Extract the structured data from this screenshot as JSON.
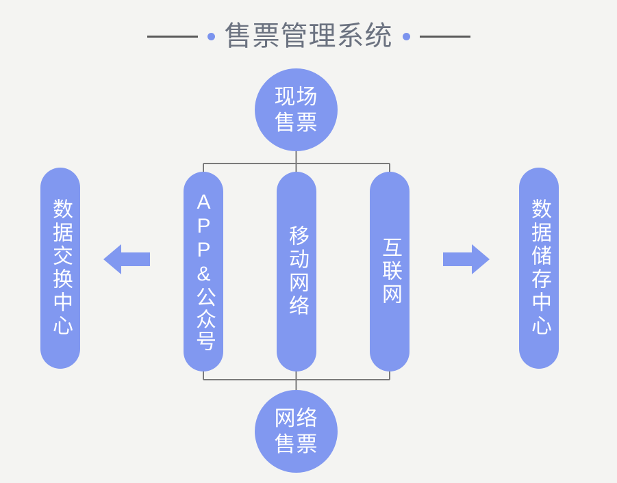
{
  "title": {
    "text": "售票管理系统",
    "left_rule": "horizontal-rule",
    "right_rule": "horizontal-rule",
    "left_dot": "bullet-dot",
    "right_dot": "bullet-dot"
  },
  "colors": {
    "background": "#f4f4f2",
    "node_fill": "#8198f0",
    "node_text": "#ffffff",
    "title_text": "#6b7280",
    "rule": "#595959",
    "dot": "#7b93ee",
    "connector": "#7a7a7a",
    "arrow": "#8198f0"
  },
  "nodes": {
    "onsite_ticketing": {
      "line1": "现场",
      "line2": "售票",
      "shape": "circle"
    },
    "online_ticketing": {
      "line1": "网络",
      "line2": "售票",
      "shape": "circle"
    },
    "data_exchange_center": {
      "label": "数据交换中心",
      "shape": "pill"
    },
    "data_storage_center": {
      "label": "数据储存中心",
      "shape": "pill"
    },
    "app_official_account": {
      "label": "APP&公众号",
      "shape": "pill"
    },
    "mobile_network": {
      "label": "移动网络",
      "shape": "pill"
    },
    "internet": {
      "label": "互联网",
      "shape": "pill"
    }
  },
  "arrows": {
    "left": {
      "direction": "left",
      "name": "arrow-left"
    },
    "right": {
      "direction": "right",
      "name": "arrow-right"
    }
  },
  "connectors": {
    "top_bracket": "joins 现场售票 to APP&公众号 / 移动网络 / 互联网",
    "bottom_bracket": "joins 网络售票 to APP&公众号 / 移动网络 / 互联网"
  }
}
